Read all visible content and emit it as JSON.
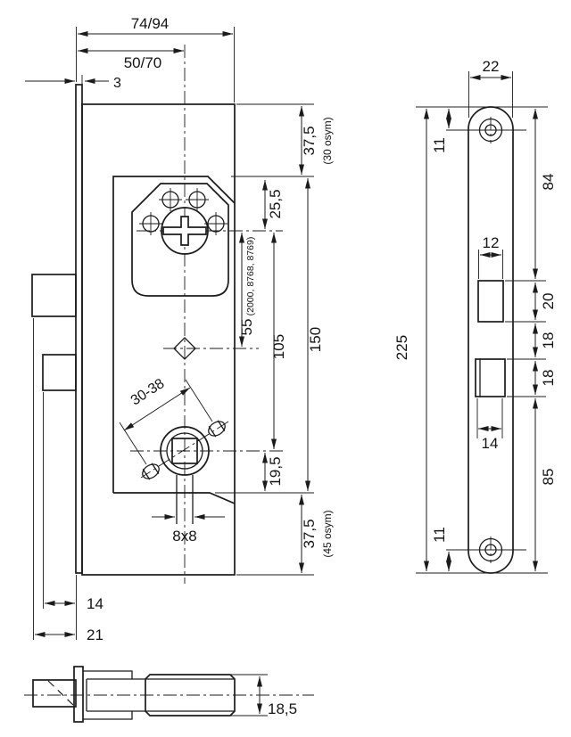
{
  "colors": {
    "line": "#1b1b1b",
    "background": "#ffffff"
  },
  "left_view": {
    "total_depth": "74/94",
    "backset": "50/70",
    "faceplate_offset": "3",
    "top_margin": "37,5",
    "top_margin_note": "(30 osym)",
    "cylinder_offset": "25,5",
    "centers_distance": "55",
    "centers_note": "(2000, 8768, 8769)",
    "spindle_distance": "105",
    "case_height": "150",
    "screw_span": "30-38",
    "below_spindle": "19,5",
    "spindle_square": "8x8",
    "bottom_margin": "37,5",
    "bottom_margin_note": "(45 osym)",
    "deadbolt_throw": "14",
    "latch_throw": "21"
  },
  "front_view": {
    "plate_width": "22",
    "screw_top_offset": "11",
    "latch_position": "84",
    "latch_cutout_width": "12",
    "latch_cutout_height": "20",
    "cutout_gap": "18",
    "bolt_cutout_height": "18",
    "bolt_cutout_width": "14",
    "lower_section": "85",
    "screw_bottom_offset": "11",
    "plate_length": "225"
  },
  "side_view": {
    "case_thickness": "18,5"
  }
}
